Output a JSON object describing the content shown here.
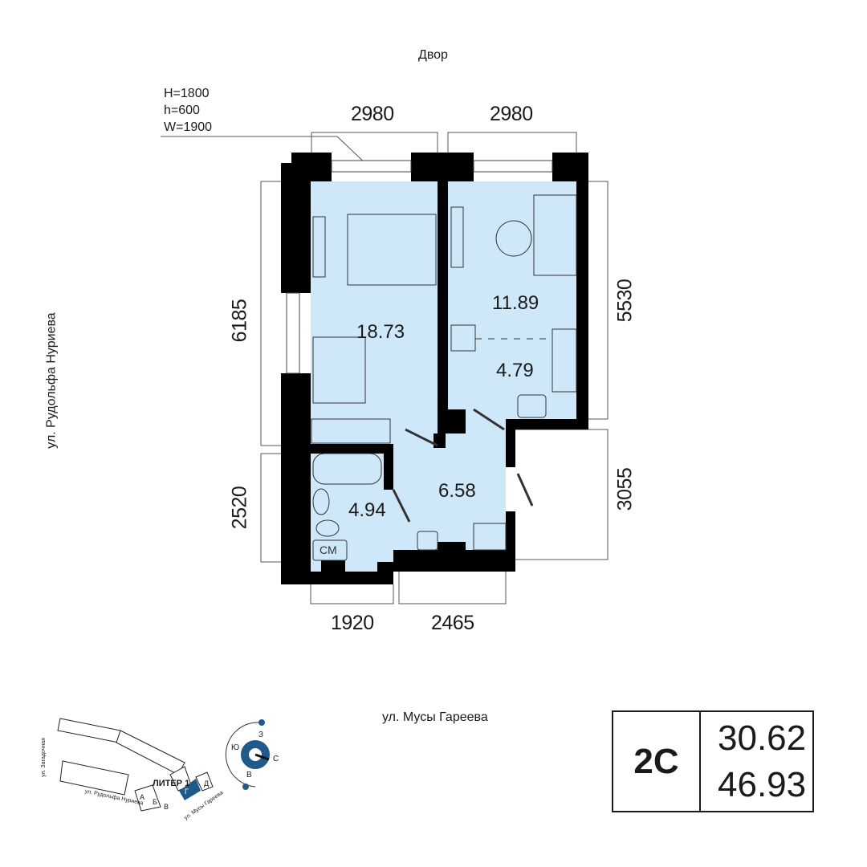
{
  "labels": {
    "courtyard": "Двор",
    "street_left": "ул. Рудольфа Нуриева",
    "street_bottom": "ул. Мусы Гареева"
  },
  "window_spec": {
    "H": "H=1800",
    "h": "h=600",
    "W": "W=1900"
  },
  "dimensions": {
    "top_left": "2980",
    "top_right": "2980",
    "left_upper": "6185",
    "left_lower": "2520",
    "right_upper": "5530",
    "right_lower": "3055",
    "bottom_left": "1920",
    "bottom_right": "2465"
  },
  "rooms": {
    "bedroom": "18.73",
    "kitchen": "11.89",
    "dining": "4.79",
    "hall": "6.58",
    "bathroom": "4.94",
    "washer_label": "СМ"
  },
  "site_plan": {
    "literal": "ЛИТЕР 1",
    "sections": [
      "А",
      "Б",
      "В",
      "Г",
      "Д"
    ],
    "active_section": "Г",
    "street_1": "ул. Загадочная",
    "street_2": "ул. Рудольфа Нуриева",
    "street_3": "ул. Мусы Гареева"
  },
  "compass": {
    "west": "З",
    "south": "Ю",
    "north": "С",
    "east": "В"
  },
  "legend": {
    "type": "2С",
    "living_area": "30.62",
    "total_area": "46.93"
  },
  "colors": {
    "room_fill": "#cfe8f9",
    "wall": "#000000",
    "accent": "#1f5a8a"
  }
}
